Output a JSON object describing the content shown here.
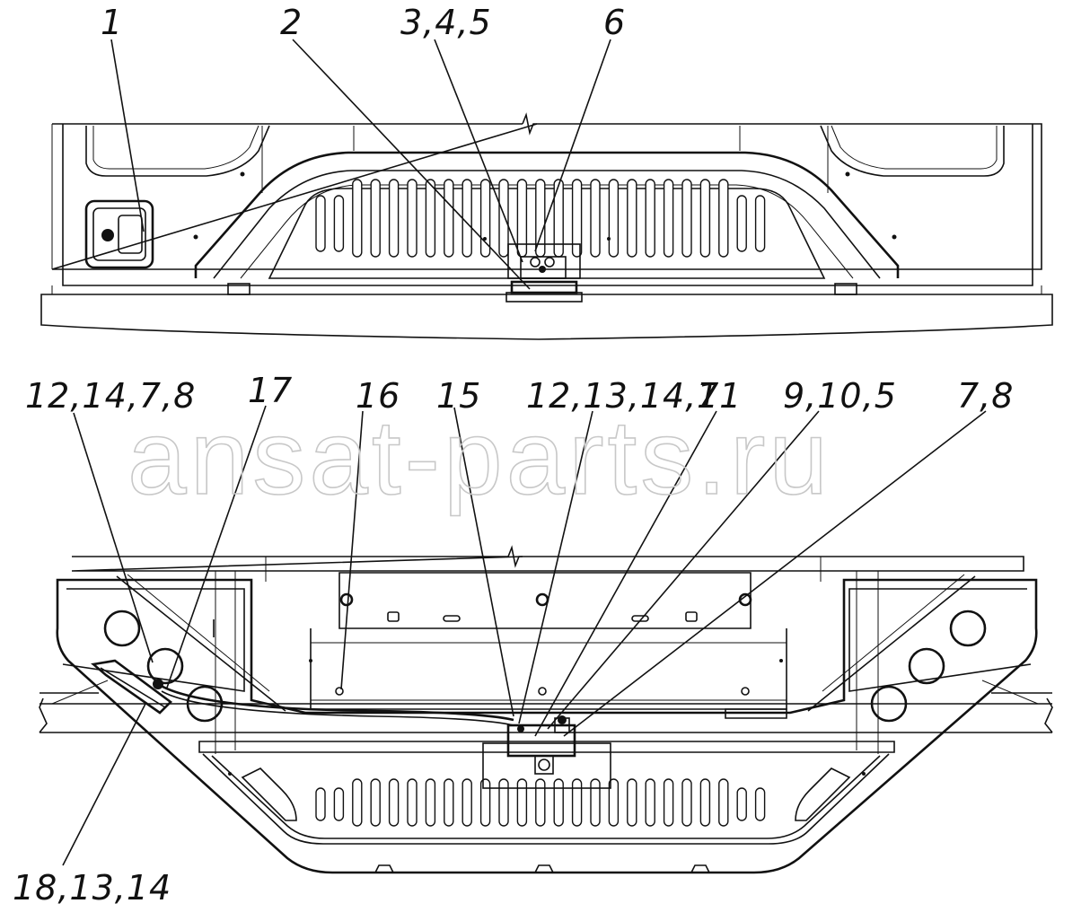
{
  "watermark": "ansat-parts.ru",
  "callouts_top": [
    "1",
    "2",
    "3,4,5",
    "6"
  ],
  "callouts_bottom": [
    "12,14,7,8",
    "17",
    "16",
    "15",
    "12,13,14,7",
    "11",
    "9,10,5",
    "7,8",
    "18,13,14"
  ],
  "colors": {
    "line": "#111111",
    "watermark": "#c8c8c8",
    "background": "#ffffff"
  }
}
